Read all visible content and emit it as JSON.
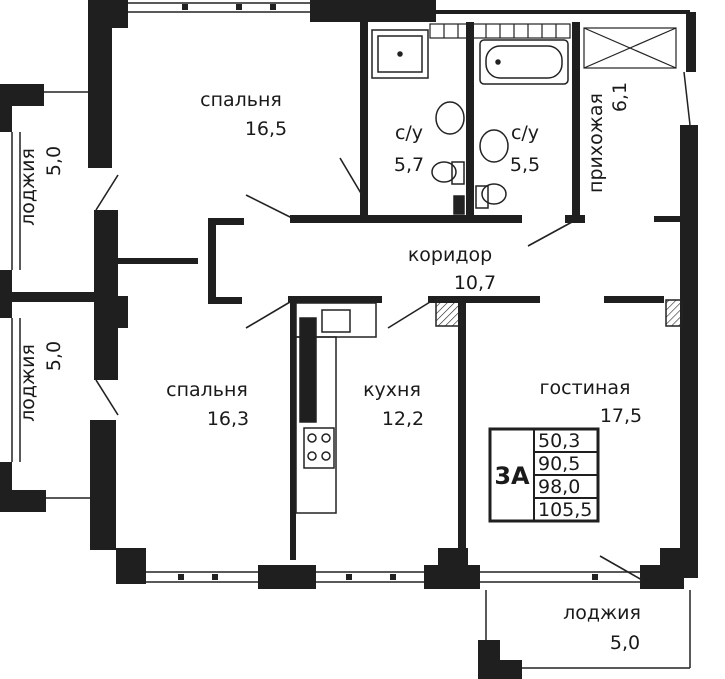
{
  "rooms": {
    "bedroom_top": {
      "name": "спальня",
      "area": "16,5"
    },
    "wc_left": {
      "name": "с/у",
      "area": "5,7"
    },
    "wc_right": {
      "name": "с/у",
      "area": "5,5"
    },
    "hallway": {
      "name": "прихожая",
      "area": "6,1"
    },
    "corridor": {
      "name": "коридор",
      "area": "10,7"
    },
    "bedroom_bottom": {
      "name": "спальня",
      "area": "16,3"
    },
    "kitchen": {
      "name": "кухня",
      "area": "12,2"
    },
    "living": {
      "name": "гостиная",
      "area": "17,5"
    },
    "loggia_top": {
      "name": "лоджия",
      "area": "5,0"
    },
    "loggia_mid": {
      "name": "лоджия",
      "area": "5,0"
    },
    "loggia_bottom": {
      "name": "лоджия",
      "area": "5,0"
    }
  },
  "apartment": {
    "type": "3А",
    "areas": [
      "50,3",
      "90,5",
      "98,0",
      "105,5"
    ]
  },
  "colors": {
    "wall": "#1f1f1f",
    "line": "#222222"
  }
}
